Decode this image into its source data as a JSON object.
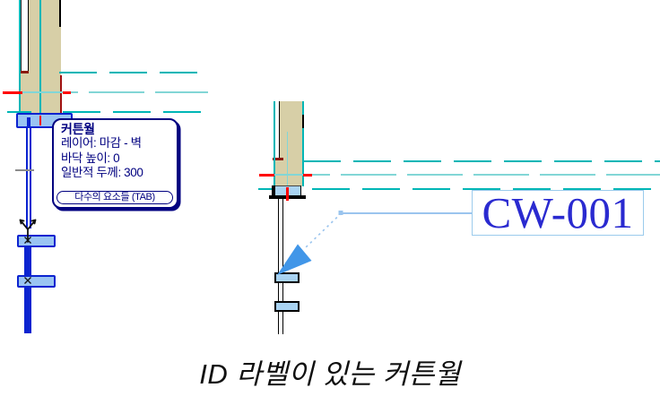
{
  "drawing": {
    "tooltip": {
      "title": "커튼월",
      "rows": [
        "레이어: 마감 - 벽",
        "바닥 높이: 0",
        "일반적 두께: 300"
      ],
      "footer": "다수의 요소들 (TAB)"
    },
    "label": "CW-001",
    "caption": "ID 라벨이 있는 커튼월"
  },
  "colors": {
    "teal": "#00B6B6",
    "light_teal": "#82D6D6",
    "wall_tan": "#D7CFA7",
    "red": "#FF0000",
    "dark_red": "#8B1A10",
    "selection_blue": "#0B23D0",
    "selection_fill": "#9AC4F2",
    "element_fill": "#A9D3F2",
    "leader_blue": "#9AC4EE",
    "arrow_blue": "#4196E8",
    "label_text_blue": "#2A2AD0",
    "label_border_blue": "#9BCBEC",
    "tooltip_navy": "#000080",
    "tick_gray": "#8C8C8C"
  }
}
